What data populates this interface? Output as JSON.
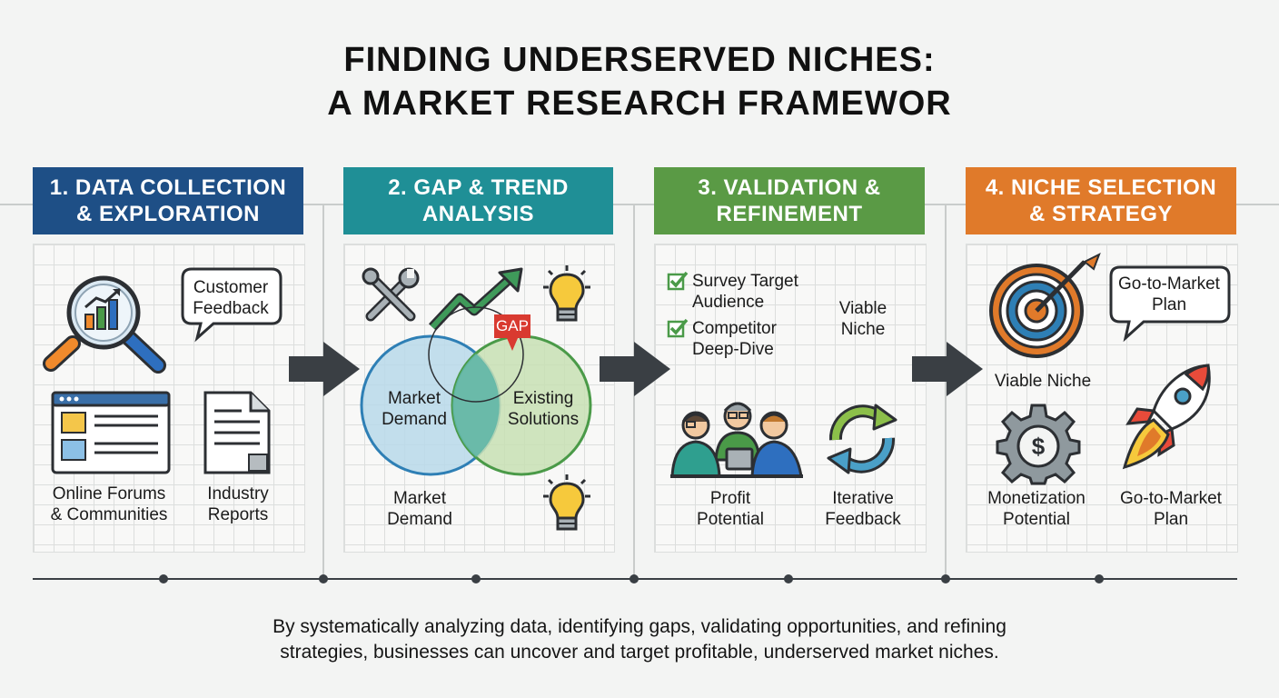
{
  "title": {
    "line1": "FINDING UNDERSERVED NICHES:",
    "line2": "A MARKET RESEARCH FRAMEWOR"
  },
  "stages": [
    {
      "heading_line1": "1. DATA COLLECTION",
      "heading_line2": "& EXPLORATION",
      "color": "#1e4f86",
      "labels": {
        "customer_feedback_1": "Customer",
        "customer_feedback_2": "Feedback",
        "forums_1": "Online Forums",
        "forums_2": "& Communities",
        "reports_1": "Industry",
        "reports_2": "Reports"
      },
      "icons": [
        "magnifier-chart-icon",
        "speech-bubble-icon",
        "browser-window-icon",
        "document-icon"
      ]
    },
    {
      "heading_line1": "2. GAP & TREND",
      "heading_line2": "ANALYSIS",
      "color": "#1f8f96",
      "labels": {
        "gap_badge": "GAP",
        "venn_left_1": "Market",
        "venn_left_2": "Demand",
        "venn_right_1": "Existing",
        "venn_right_2": "Solutions",
        "bottom_1": "Market",
        "bottom_2": "Demand"
      },
      "icons": [
        "wrench-screwdriver-icon",
        "trend-arrow-icon",
        "lightbulb-icon",
        "venn-diagram-icon",
        "lightbulb-icon"
      ]
    },
    {
      "heading_line1": "3. VALIDATION &",
      "heading_line2": "REFINEMENT",
      "color": "#5a9a45",
      "labels": {
        "check1_1": "Survey Target",
        "check1_2": "Audience",
        "check2_1": "Competitor",
        "check2_2": "Deep-Dive",
        "viable_1": "Viable",
        "viable_2": "Niche",
        "profit_1": "Profit",
        "profit_2": "Potential",
        "iter_1": "Iterative",
        "iter_2": "Feedback"
      },
      "icons": [
        "checkbox-icon",
        "checkbox-icon",
        "team-meeting-icon",
        "cycle-arrows-icon"
      ]
    },
    {
      "heading_line1": "4. NICHE SELECTION",
      "heading_line2": "& STRATEGY",
      "color": "#e07a2a",
      "labels": {
        "gtm_bubble_1": "Go-to-Market",
        "gtm_bubble_2": "Plan",
        "viable": "Viable Niche",
        "monet_1": "Monetization",
        "monet_2": "Potential",
        "gtm_1": "Go-to-Market",
        "gtm_2": "Plan"
      },
      "icons": [
        "dartboard-target-icon",
        "speech-bubble-icon",
        "dollar-gear-icon",
        "rocket-icon"
      ]
    }
  ],
  "footer": {
    "line1": "By systematically analyzing data, identifying gaps, validating opportunities, and refining",
    "line2": "strategies, businesses can uncover and target profitable, underserved market niches."
  }
}
